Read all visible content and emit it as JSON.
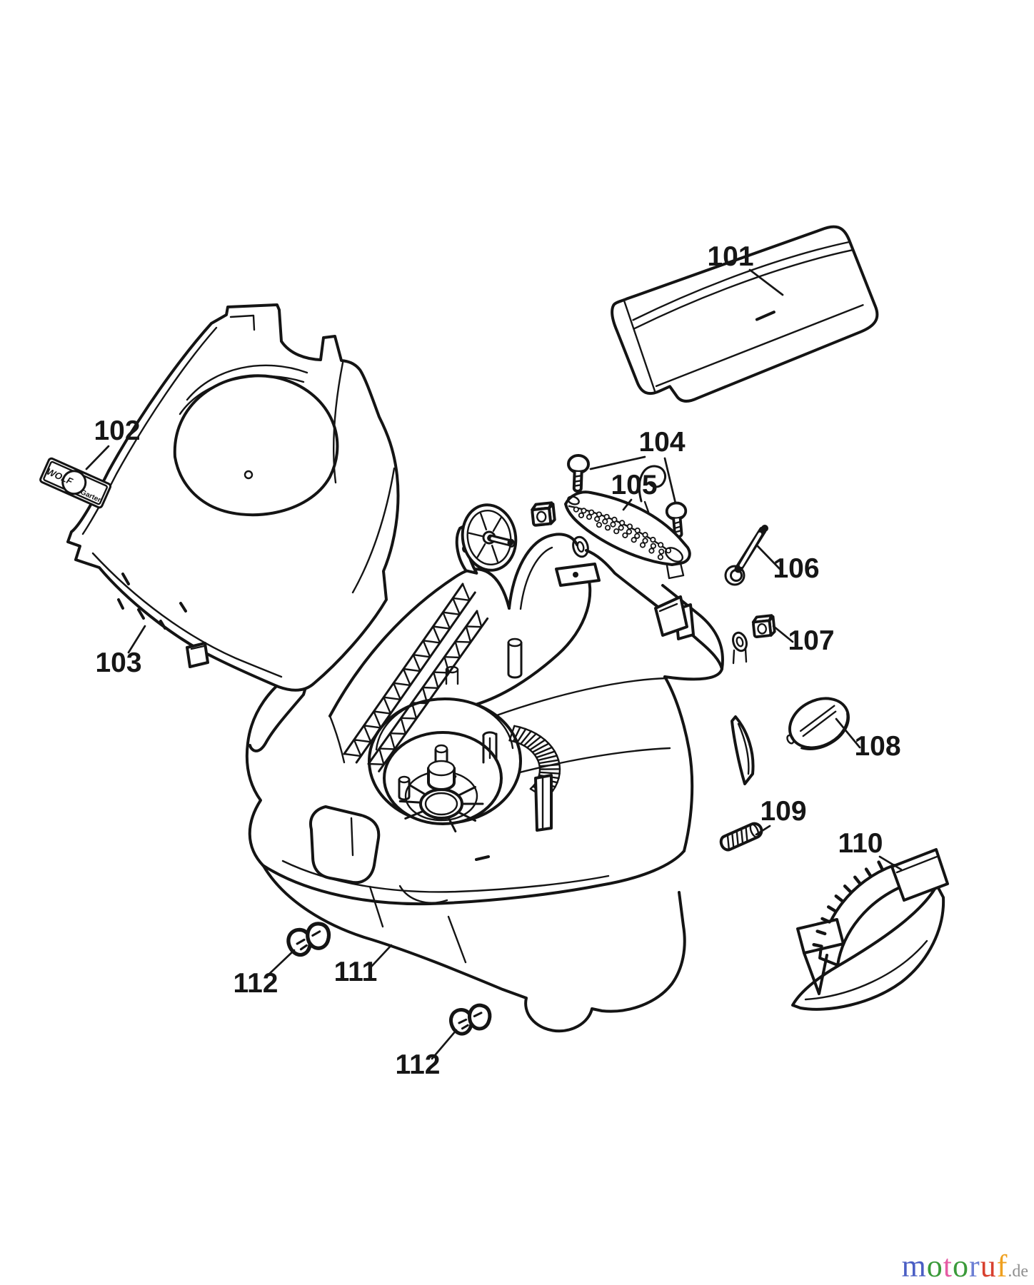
{
  "callouts": {
    "rear_flap": {
      "number": "101"
    },
    "brand_label": {
      "number": "102"
    },
    "hood": {
      "number": "103"
    },
    "screws": {
      "number": "104"
    },
    "grip": {
      "number": "105"
    },
    "spring_pin": {
      "number": "106"
    },
    "square_nut": {
      "number": "107"
    },
    "knob": {
      "number": "108"
    },
    "bolt": {
      "number": "109"
    },
    "deflector": {
      "number": "110"
    },
    "deck": {
      "number": "111"
    },
    "clip_front": {
      "number": "112"
    },
    "clip_rear": {
      "number": "112"
    }
  },
  "badge": {
    "line1": "WOLF",
    "line2": "Garten"
  },
  "watermark": {
    "letters": [
      {
        "char": "m",
        "color": "#4a5ec4"
      },
      {
        "char": "o",
        "color": "#3a9a3a"
      },
      {
        "char": "t",
        "color": "#e55ca4"
      },
      {
        "char": "o",
        "color": "#3a9a3a"
      },
      {
        "char": "r",
        "color": "#6c7fd4"
      },
      {
        "char": "u",
        "color": "#d8402f"
      },
      {
        "char": "f",
        "color": "#efa01f"
      }
    ],
    "suffix": {
      "text": ".de",
      "color": "#8f8f8f"
    }
  },
  "canvas": {
    "background": "#ffffff",
    "line_color": "#141414"
  }
}
